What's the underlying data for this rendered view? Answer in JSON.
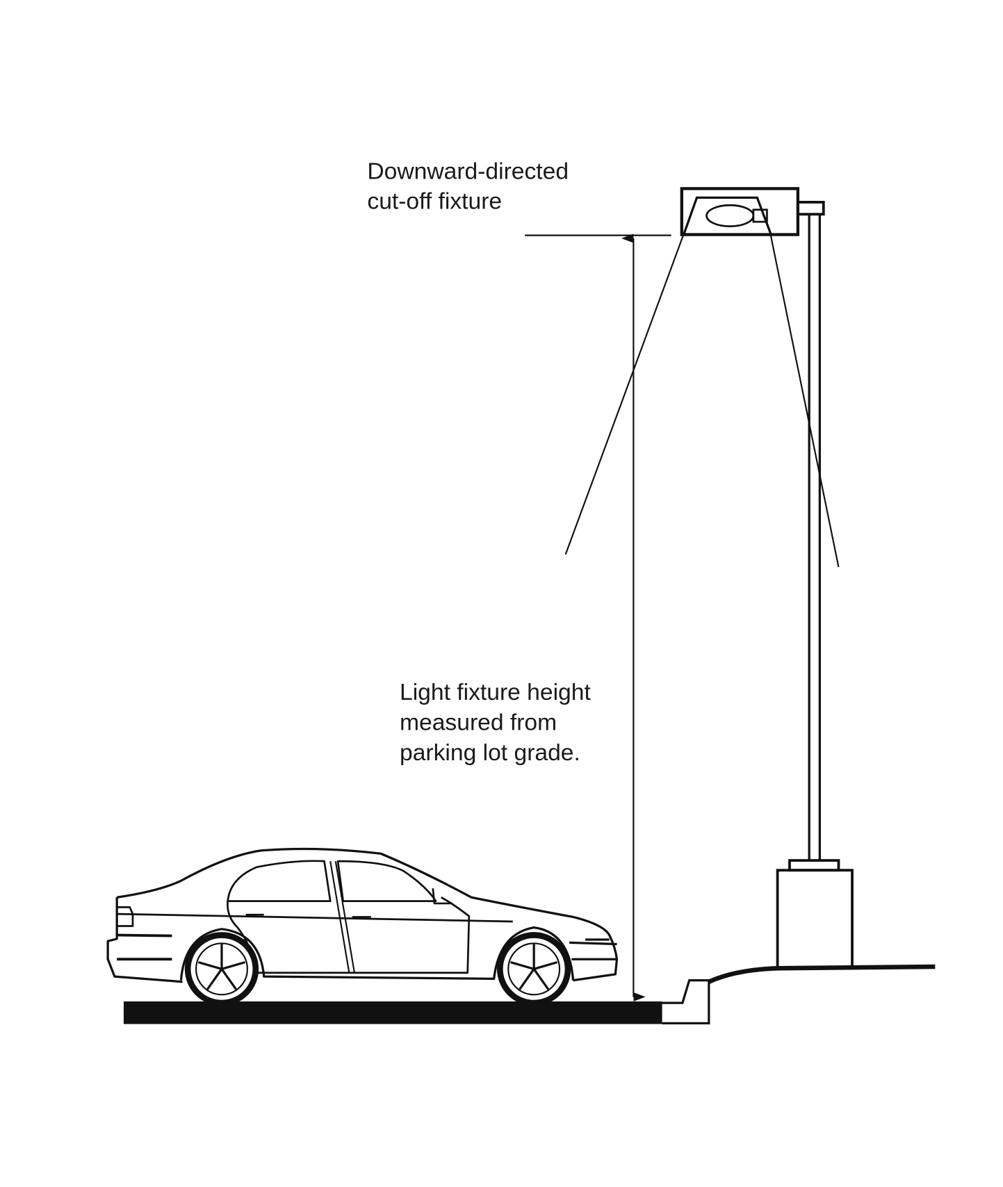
{
  "labels": {
    "fixture_line1": "Downward-directed",
    "fixture_line2": "cut-off fixture",
    "height_line1": "Light fixture height",
    "height_line2": "measured from",
    "height_line3": "parking lot grade."
  },
  "colors": {
    "ink": "#111111",
    "background": "#ffffff"
  }
}
